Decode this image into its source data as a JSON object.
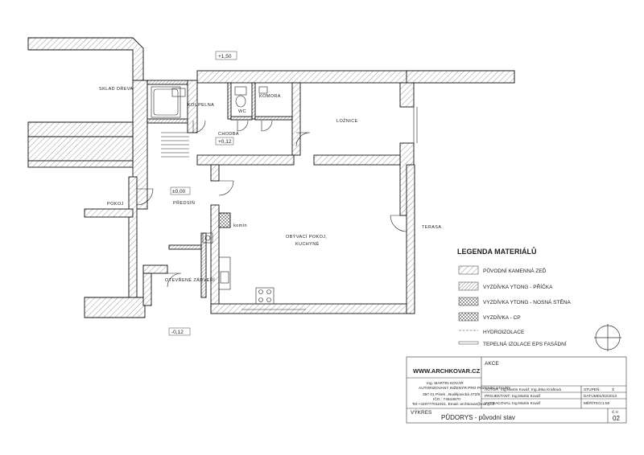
{
  "rooms": {
    "sklad": "SKLAD DŘEVA",
    "koupelna": "KOUPELNA",
    "wc": "WC",
    "komora": "KOMORA",
    "chodba": "CHODBA",
    "loznice": "LOŽNICE",
    "pokoj": "POKOJ",
    "predsin": "PŘEDSÍŇ",
    "obyvaci_1": "OBÝVACÍ POKOJ,",
    "obyvaci_2": "KUCHYNĚ",
    "komin": "komín",
    "terasa": "TERASA",
    "zadveri": "OTEVŘENÉ ZÁDVEŘÍ"
  },
  "levels": {
    "top": "+1,50",
    "chodba": "+0,12",
    "predsin": "±0,00",
    "bottom": "-0,12"
  },
  "legend": {
    "title": "LEGENDA MATERIÁLŮ",
    "items": [
      "PŮVODNÍ KAMENNÁ ZEĎ",
      "VYZDÍVKA  YTONG - PŘÍČKA",
      "VYZDÍVKA YTONG - NOSNÁ STĚNA",
      "VYZDÍVKA - CP"
    ],
    "lines": [
      "HYDROIZOLACE",
      "TEPELNÁ IZOLACE EPS FASÁDNÍ"
    ]
  },
  "title_block": {
    "website": "WWW.ARCHKOVAR.CZ",
    "author_name": "Ing. MARTIN KOVÁŘ",
    "author_sub": "AUTORIZOVANÝ INŽENÝR PRO POZEMNÍ STAVBY",
    "address_1": "397 01 Písek , Budějovická 472/8",
    "address_2": "IČO : 74644670",
    "contact": "Tel:+420777011021, Email: archkovar@volny.cz",
    "akce_label": "AKCE",
    "rows": [
      {
        "label": "AUTOR:",
        "value": "Ing.Martin Kovář; Ing.Jitka Kraftová",
        "r_label": "STUPEŇ:",
        "r_value": "X"
      },
      {
        "label": "PROJEKTANT:",
        "value": "Ing.Martin Kovář",
        "r_label": "DATUM:",
        "r_value": "01/02/2013"
      },
      {
        "label": "VYPRACOVAL:",
        "value": "Ing.Martin Kovář",
        "r_label": "MĚŘÍTKO:",
        "r_value": "1:50"
      }
    ],
    "vykres_label": "VÝKRES",
    "drawing_title": "PŮDORYS - původní stav",
    "cislo_label": "Č.V.",
    "cislo_value": "02"
  }
}
